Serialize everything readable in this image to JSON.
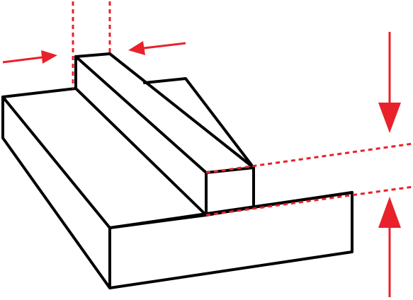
{
  "diagram": {
    "subject": "rib-waveguide",
    "colors": {
      "outline": "#000000",
      "accent": "#e8212b",
      "background": "#ffffff"
    },
    "annotations": [
      {
        "id": "rib-width",
        "kind": "horizontal-pair",
        "icon": "arrow-right-icon + arrow-left-icon"
      },
      {
        "id": "rib-height",
        "kind": "vertical-pair",
        "icon": "arrow-down-icon + arrow-up-icon"
      }
    ]
  }
}
